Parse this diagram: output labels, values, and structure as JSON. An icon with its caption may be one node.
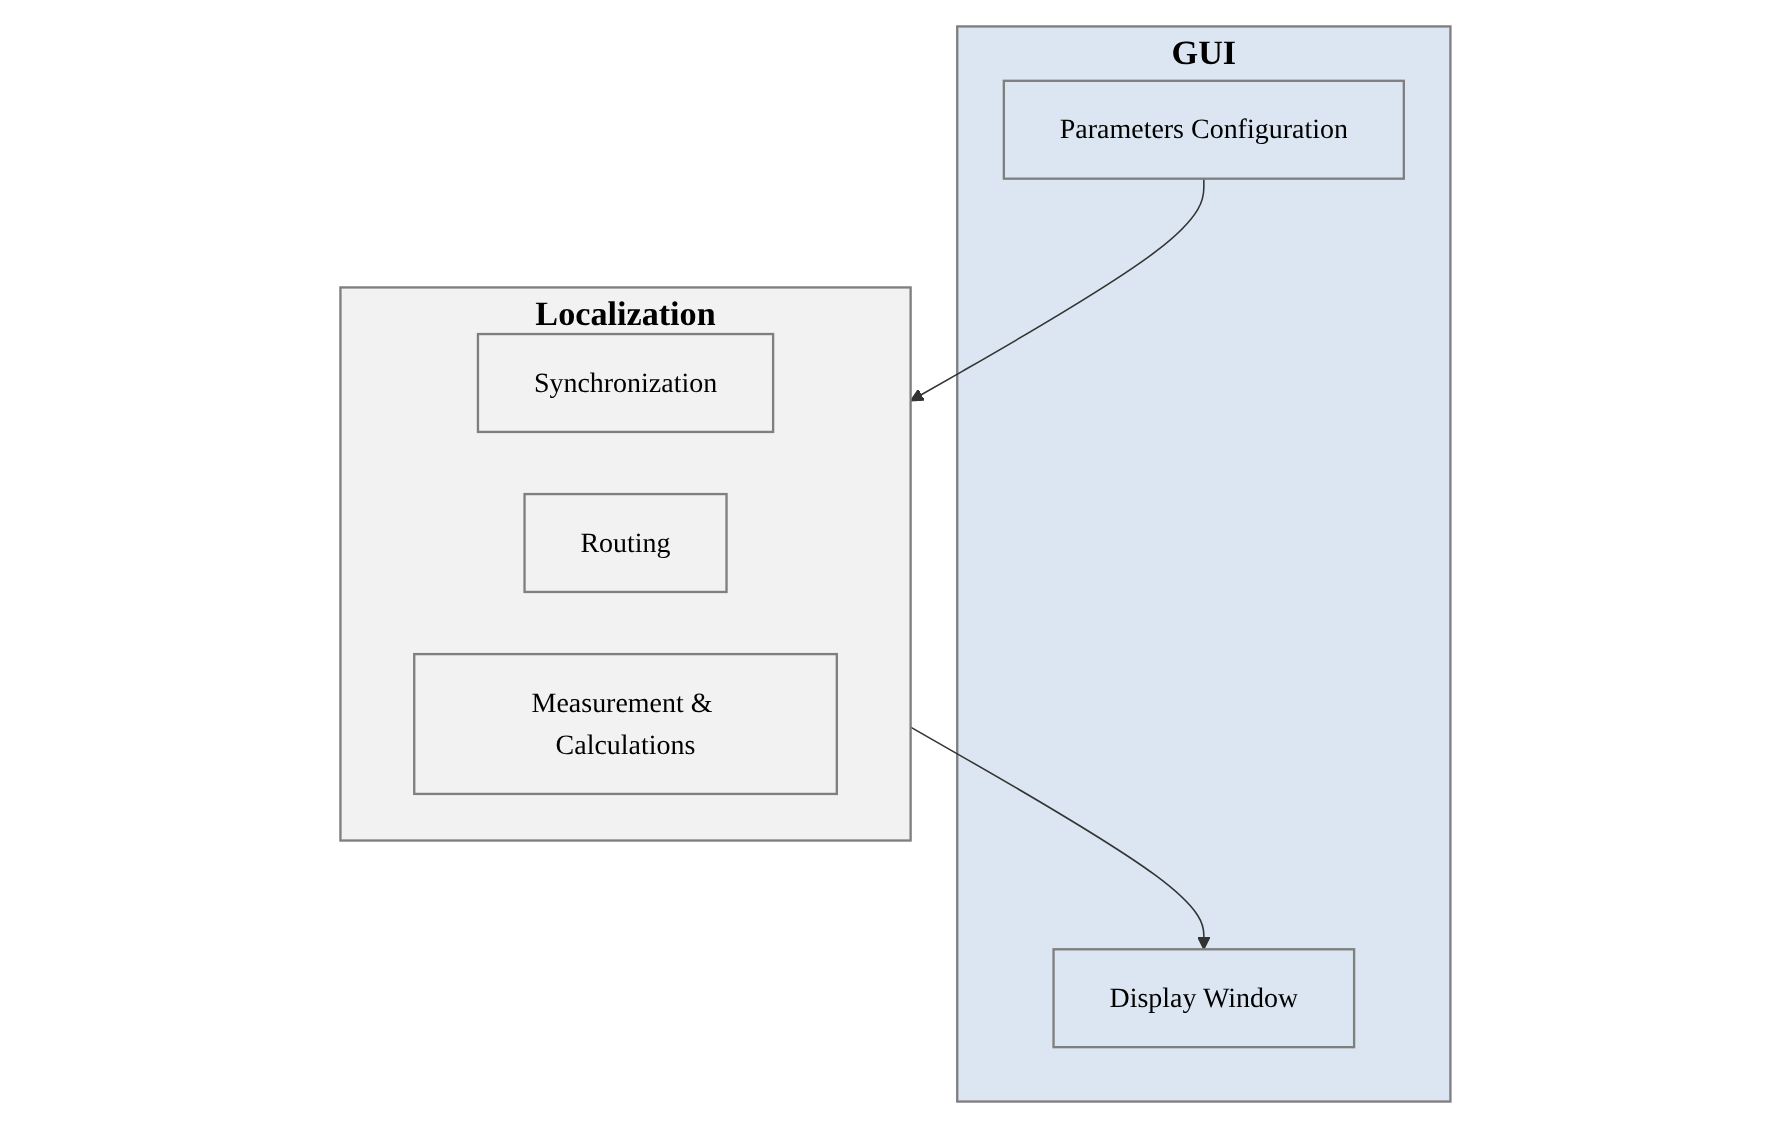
{
  "diagram": {
    "nodes": [
      {
        "text": [
          "GUI"
        ]
      },
      {
        "text": [
          "Parameters Configuration"
        ],
        "in": 0
      },
      {
        "text": [
          "Display Window"
        ],
        "in": 0
      },
      {
        "text": [
          "Localization"
        ]
      },
      {
        "text": [
          "Synchronization"
        ],
        "in": 3
      },
      {
        "text": [
          "Routing"
        ],
        "in": 3
      },
      {
        "text": [
          "Measurement & Calculations"
        ],
        "in": 3
      }
    ],
    "edges": [
      {
        "from": 1,
        "to": 3,
        "arrow": "to"
      },
      {
        "from": 3,
        "to": 2,
        "arrow": "to"
      }
    ]
  }
}
